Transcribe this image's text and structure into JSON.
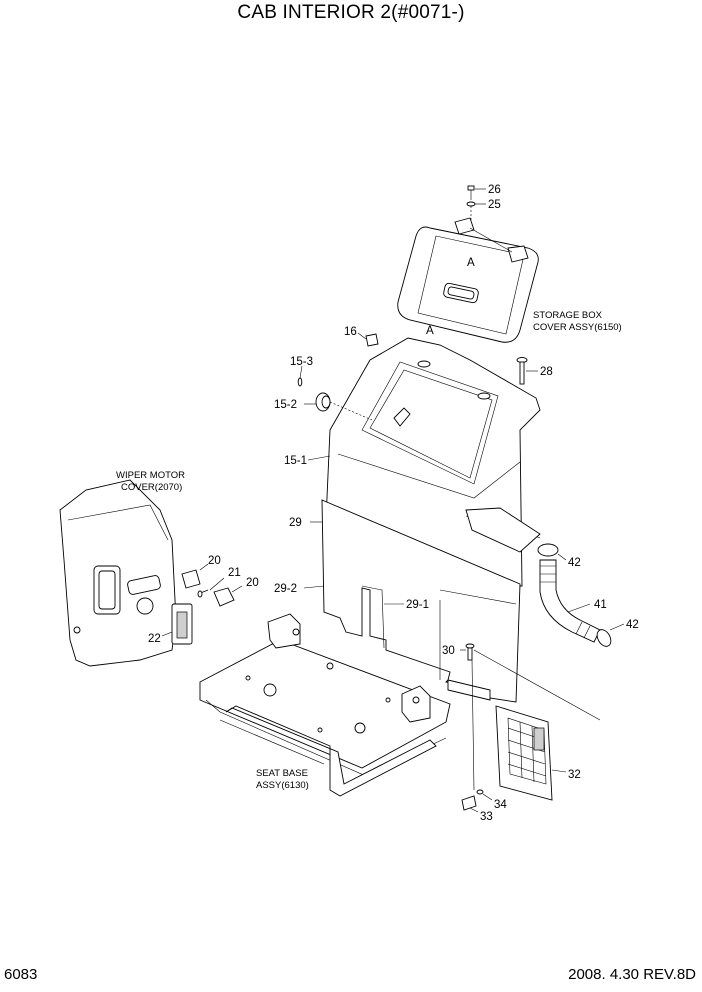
{
  "header": {
    "title": "CAB INTERIOR 2(#0071-)"
  },
  "footer": {
    "page_number": "6083",
    "date_rev": "2008.  4.30  REV.8D"
  },
  "assembly_captions": {
    "storage_box": [
      "STORAGE BOX",
      "COVER ASSY(6150)"
    ],
    "wiper_motor": [
      "WIPER MOTOR",
      "COVER(2070)"
    ],
    "seat_base": [
      "SEAT BASE",
      "ASSY(6130)"
    ]
  },
  "reference_marks": {
    "a_top": "A",
    "a_bottom": "A"
  },
  "part_labels": {
    "p26": "26",
    "p25": "25",
    "p16": "16",
    "p15_3": "15-3",
    "p28": "28",
    "p15_2": "15-2",
    "p15_1": "15-1",
    "p29": "29",
    "p42a": "42",
    "p41": "41",
    "p42b": "42",
    "p29_2": "29-2",
    "p29_1": "29-1",
    "p20a": "20",
    "p21": "21",
    "p20b": "20",
    "p22": "22",
    "p30": "30",
    "p32": "32",
    "p34": "34",
    "p33": "33"
  }
}
